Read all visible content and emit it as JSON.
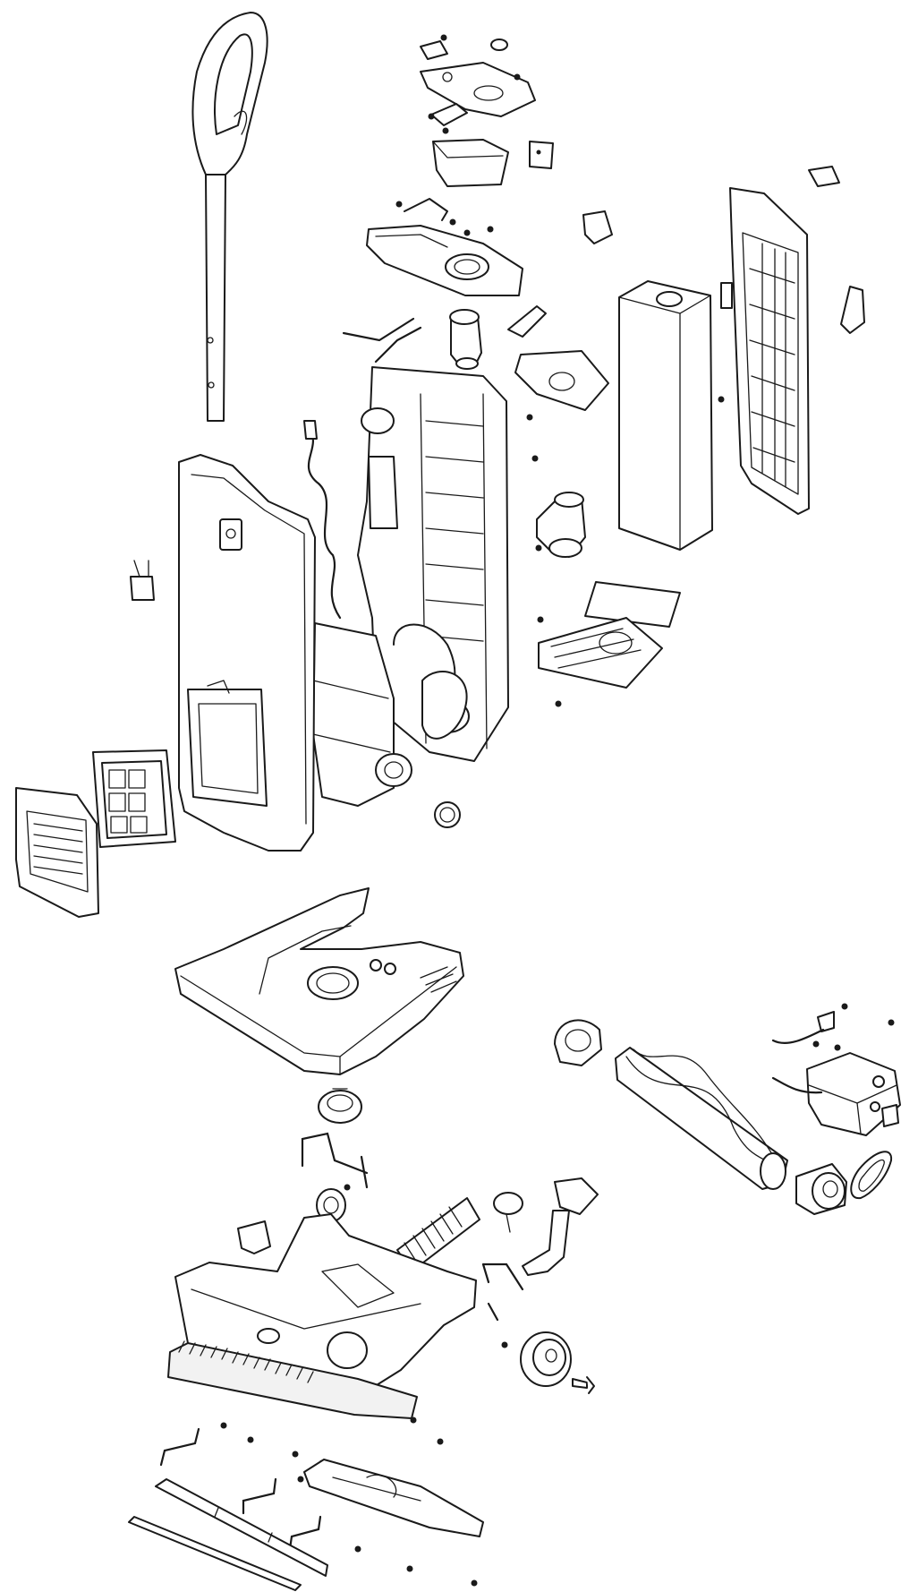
{
  "diagram": {
    "type": "exploded-parts-view",
    "colors": {
      "line": "#1a1a1a",
      "background": "#ffffff",
      "fill": "#ffffff"
    },
    "sections": [
      "upper-body-assembly",
      "powerhead-assembly"
    ]
  }
}
